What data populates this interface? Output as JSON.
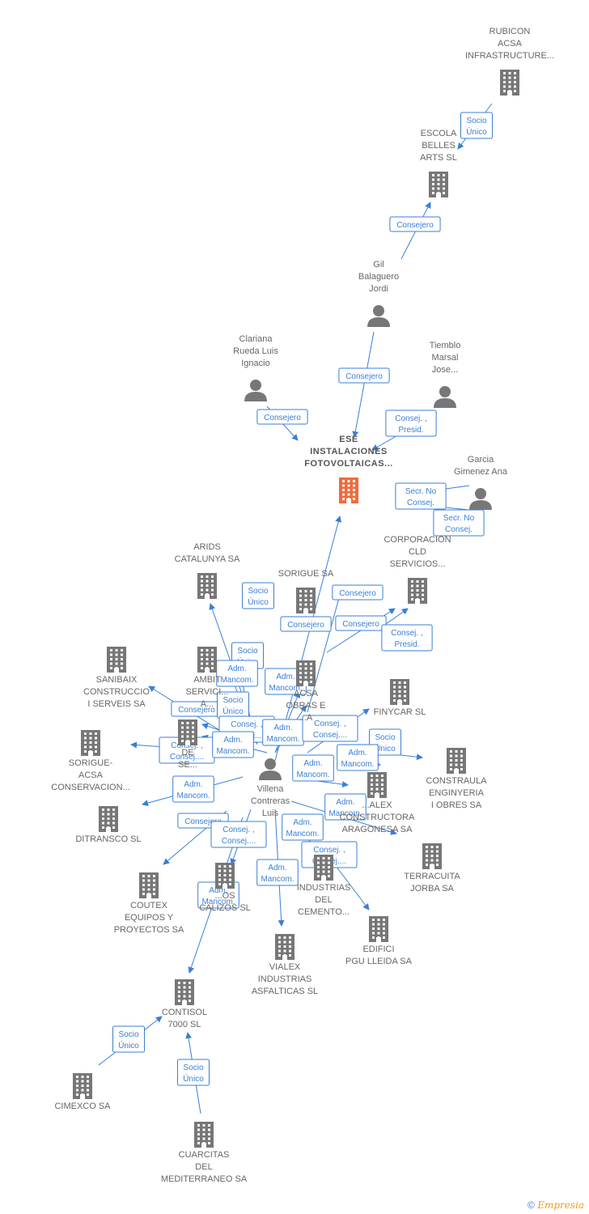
{
  "colors": {
    "edge": "#3a7fd5",
    "node": "#777777",
    "main_node": "#f26a3c",
    "text": "#666666"
  },
  "nodes": [
    {
      "id": "rubicon",
      "type": "company",
      "label": [
        "RUBICON",
        "ACSA",
        "INFRASTRUCTURE..."
      ]
    },
    {
      "id": "escola",
      "type": "company",
      "label": [
        "ESCOLA",
        "BELLES",
        "ARTS SL"
      ]
    },
    {
      "id": "gil",
      "type": "person",
      "label": [
        "Gil",
        "Balaguero",
        "Jordi"
      ]
    },
    {
      "id": "clariana",
      "type": "person",
      "label": [
        "Clariana",
        "Rueda Luis",
        "Ignacio"
      ]
    },
    {
      "id": "tiemblo",
      "type": "person",
      "label": [
        "Tiemblo",
        "Marsal",
        "Jose..."
      ]
    },
    {
      "id": "ese",
      "type": "company",
      "main": true,
      "label": [
        "ESE",
        "INSTALACIONES",
        "FOTOVOLTAICAS..."
      ]
    },
    {
      "id": "garcia",
      "type": "person",
      "label": [
        "Garcia",
        "Gimenez Ana"
      ]
    },
    {
      "id": "corporacion",
      "type": "company",
      "label": [
        "CORPORACION",
        "CLD",
        "SERVICIOS..."
      ]
    },
    {
      "id": "arids",
      "type": "company",
      "label": [
        "ARIDS",
        "CATALUNYA SA"
      ]
    },
    {
      "id": "sorigue",
      "type": "company",
      "label": [
        "SORIGUE SA"
      ]
    },
    {
      "id": "sanibaix",
      "type": "company",
      "label": [
        "SANIBAIX",
        "CONSTRUCCIO",
        "I SERVEIS SA"
      ]
    },
    {
      "id": "ambit",
      "type": "company",
      "label": [
        "AMBIT",
        "SERVICI...",
        "A..."
      ]
    },
    {
      "id": "acsa",
      "type": "company",
      "label": [
        "ACSA",
        "OBRAS E",
        "...A"
      ]
    },
    {
      "id": "finycar",
      "type": "company",
      "label": [
        "FINYCAR SL"
      ]
    },
    {
      "id": "sorigue_acsa",
      "type": "company",
      "label": [
        "SORIGUE-",
        "ACSA",
        "CONSERVACION..."
      ]
    },
    {
      "id": "hidden_de",
      "type": "company",
      "label": [
        "DE",
        "SE..."
      ]
    },
    {
      "id": "construala",
      "type": "company",
      "label": [
        "CONSTRAULA",
        "ENGINYERIA",
        "I OBRES SA"
      ]
    },
    {
      "id": "villena",
      "type": "person",
      "label": [
        "Villena",
        "Contreras",
        "Luis"
      ]
    },
    {
      "id": "ditransco",
      "type": "company",
      "label": [
        "DITRANSCO SL"
      ]
    },
    {
      "id": "vialex_arag",
      "type": "company",
      "label": [
        "...ALEX",
        "CONSTRUCTORA",
        "ARAGONESA SA"
      ]
    },
    {
      "id": "terracuita",
      "type": "company",
      "label": [
        "TERRACUITA",
        "JORBA SA"
      ]
    },
    {
      "id": "coutex",
      "type": "company",
      "label": [
        "COUTEX",
        "EQUIPOS Y",
        "PROYECTOS SA"
      ]
    },
    {
      "id": "calizos",
      "type": "company",
      "label": [
        "...OS",
        "CALIZOS SL"
      ]
    },
    {
      "id": "industrias",
      "type": "company",
      "label": [
        "INDUSTRIAS",
        "DEL",
        "CEMENTO..."
      ]
    },
    {
      "id": "edifici",
      "type": "company",
      "label": [
        "EDIFICI",
        "PGU LLEIDA SA"
      ]
    },
    {
      "id": "vialex_asf",
      "type": "company",
      "label": [
        "VIALEX",
        "INDUSTRIAS",
        "ASFALTICAS SL"
      ]
    },
    {
      "id": "contisol",
      "type": "company",
      "label": [
        "CONTISOL",
        "7000 SL"
      ]
    },
    {
      "id": "cimexco",
      "type": "company",
      "label": [
        "CIMEXCO SA"
      ]
    },
    {
      "id": "cuarcitas",
      "type": "company",
      "label": [
        "CUARCITAS",
        "DEL",
        "MEDITERRANEO SA"
      ]
    }
  ],
  "edges": [
    {
      "from": "rubicon",
      "to": "escola",
      "label": [
        "Socio",
        "Único"
      ]
    },
    {
      "from": "gil",
      "to": "escola",
      "label": [
        "Consejero"
      ]
    },
    {
      "from": "gil",
      "to": "ese",
      "label": [
        "Consejero"
      ]
    },
    {
      "from": "clariana",
      "to": "ese",
      "label": [
        "Consejero"
      ]
    },
    {
      "from": "tiemblo",
      "to": "ese",
      "label": [
        "Consej. ,",
        "Presid."
      ]
    },
    {
      "from": "garcia",
      "to": "ese",
      "label": [
        "Secr.  No",
        "Consej."
      ]
    },
    {
      "from": "garcia",
      "to": "ese",
      "label": [
        "Secr.  No",
        "Consej."
      ]
    },
    {
      "from": "villena",
      "to": "ese",
      "label": [
        "Consejero"
      ]
    },
    {
      "from": "villena",
      "to": "arids",
      "label": [
        "Socio",
        "Único"
      ]
    },
    {
      "from": "villena",
      "to": "sorigue",
      "label": [
        "Consejero"
      ]
    },
    {
      "from": "villena",
      "to": "corporacion",
      "label": [
        "Consejero"
      ]
    },
    {
      "from": "villena",
      "to": "corporacion",
      "label": [
        "Consej. ,",
        "Presid."
      ]
    },
    {
      "from": "villena",
      "to": "ambit",
      "label": [
        "Socio",
        "Único"
      ]
    },
    {
      "from": "villena",
      "to": "ambit",
      "label": [
        "Adm.",
        "Mancom."
      ]
    },
    {
      "from": "villena",
      "to": "acsa",
      "label": [
        "Adm.",
        "Mancom."
      ]
    },
    {
      "from": "villena",
      "to": "sanibaix",
      "label": [
        "Consejero"
      ]
    },
    {
      "from": "villena",
      "to": "hidden_de",
      "label": [
        "Socio",
        "Único"
      ]
    },
    {
      "from": "villena",
      "to": "hidden_de",
      "label": [
        "Consej. ,",
        "Consej...."
      ]
    },
    {
      "from": "villena",
      "to": "acsa",
      "label": [
        "Adm.",
        "Mancom."
      ]
    },
    {
      "from": "villena",
      "to": "finycar",
      "label": [
        "Consej. ,",
        "Consej...."
      ]
    },
    {
      "from": "villena",
      "to": "sorigue_acsa",
      "label": [
        "Consej. ,",
        "Consej...."
      ]
    },
    {
      "from": "villena",
      "to": "sorigue_acsa",
      "label": [
        "Adm.",
        "Mancom."
      ]
    },
    {
      "from": "villena",
      "to": "construala",
      "label": [
        "Socio",
        "Único"
      ]
    },
    {
      "from": "villena",
      "to": "construala",
      "label": [
        "Adm.",
        "Mancom."
      ]
    },
    {
      "from": "villena",
      "to": "ditransco",
      "label": [
        "Adm.",
        "Mancom."
      ]
    },
    {
      "from": "villena",
      "to": "vialex_arag",
      "label": [
        "Adm.",
        "Mancom."
      ]
    },
    {
      "from": "villena",
      "to": "vialex_arag",
      "label": [
        "Adm.",
        "Mancom."
      ]
    },
    {
      "from": "villena",
      "to": "coutex",
      "label": [
        "Consejero"
      ]
    },
    {
      "from": "villena",
      "to": "calizos",
      "label": [
        "Consej. ,",
        "Consej...."
      ]
    },
    {
      "from": "villena",
      "to": "industrias",
      "label": [
        "Adm.",
        "Mancom."
      ]
    },
    {
      "from": "villena",
      "to": "edifici",
      "label": [
        "Consej. ,",
        "Consej...."
      ]
    },
    {
      "from": "villena",
      "to": "vialex_asf",
      "label": [
        "Adm.",
        "Mancom."
      ]
    },
    {
      "from": "villena",
      "to": "contisol",
      "label": [
        "Adm.",
        "Mancom."
      ]
    },
    {
      "from": "cimexco",
      "to": "contisol",
      "label": [
        "Socio",
        "Único"
      ]
    },
    {
      "from": "cuarcitas",
      "to": "contisol",
      "label": [
        "Socio",
        "Único"
      ]
    }
  ],
  "footer": {
    "copyright": "©",
    "brand": "Empresia"
  }
}
